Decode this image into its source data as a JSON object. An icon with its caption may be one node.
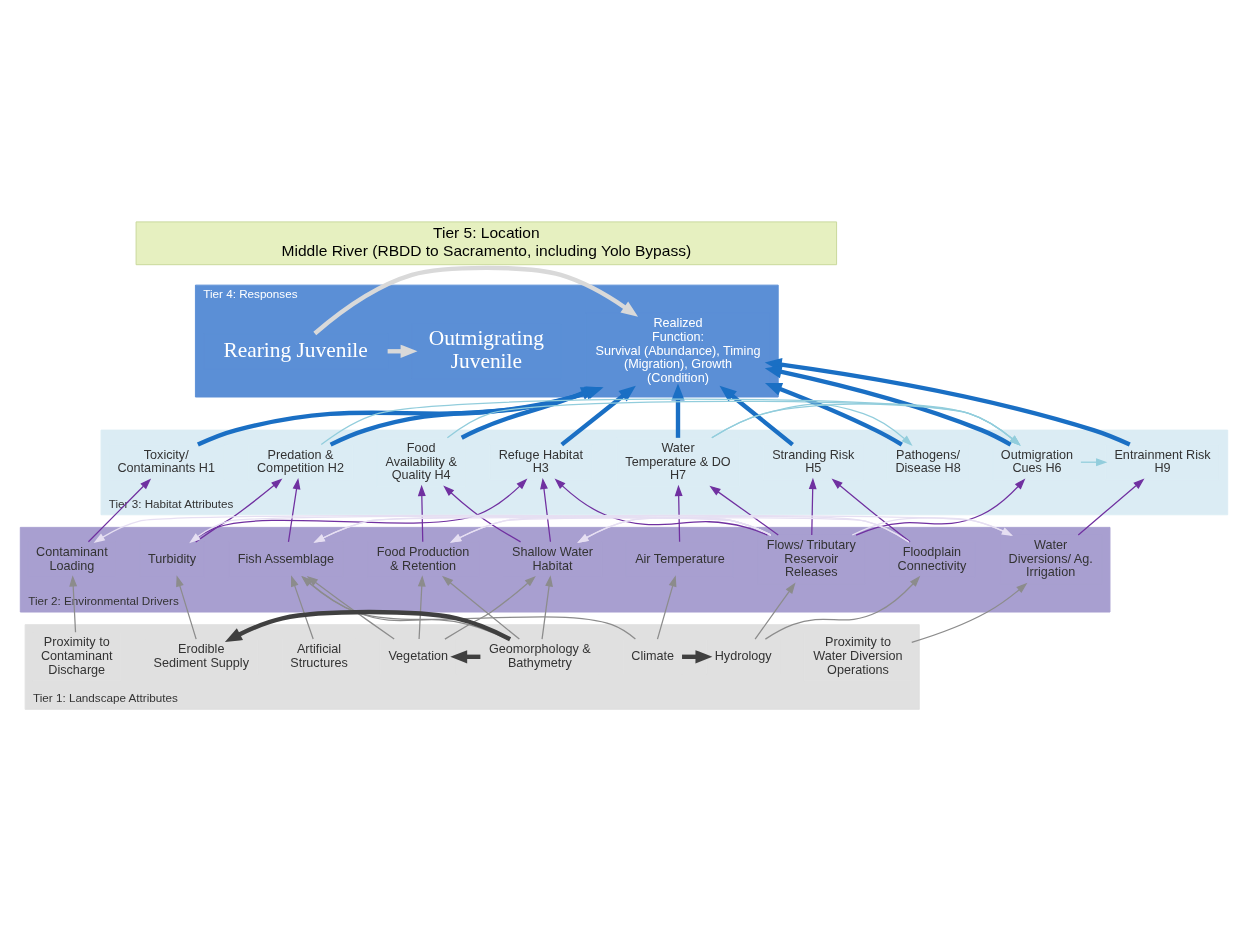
{
  "diagram": {
    "nodes": [
      {
        "text": [
          "Tier 5: Location",
          "Middle River (RBDD to Sacramento, including Yolo Bypass)"
        ]
      },
      {
        "text": [
          "Tier 4: Responses"
        ]
      },
      {
        "text": [
          "Rearing Juvenile"
        ],
        "in": 1
      },
      {
        "text": [
          "Outmigrating Juvenile"
        ],
        "in": 1
      },
      {
        "text": [
          "Realized Function:",
          "Survival (Abundance), Timing (Migration), Growth (Condition)"
        ],
        "in": 1
      },
      {
        "text": [
          "Tier 3: Habitat Attributes"
        ]
      },
      {
        "text": [
          "Toxicity/ Contaminants H1"
        ],
        "in": 5
      },
      {
        "text": [
          "Predation & Competition H2"
        ],
        "in": 5
      },
      {
        "text": [
          "Refuge Habitat H3"
        ],
        "in": 5
      },
      {
        "text": [
          "Food Availability & Quality H4"
        ],
        "in": 5
      },
      {
        "text": [
          "Stranding Risk H5"
        ],
        "in": 5
      },
      {
        "text": [
          "Water Temperature & DO H7"
        ],
        "in": 5
      },
      {
        "text": [
          "Pathogens/ Disease H8"
        ],
        "in": 5
      },
      {
        "text": [
          "Outmigration Cues H6"
        ],
        "in": 5
      },
      {
        "text": [
          "Entrainment Risk H9"
        ],
        "in": 5
      },
      {
        "text": [
          "Tier 2: Environmental Drivers"
        ]
      },
      {
        "text": [
          "Contaminant Loading"
        ],
        "in": 15
      },
      {
        "text": [
          "Fish Assemblage"
        ],
        "in": 15
      },
      {
        "text": [
          "Turbidity"
        ],
        "in": 15
      },
      {
        "text": [
          "Shallow Water Habitat"
        ],
        "in": 15
      },
      {
        "text": [
          "Food Production & Retention"
        ],
        "in": 15
      },
      {
        "text": [
          "Floodplain Connectivity"
        ],
        "in": 15
      },
      {
        "text": [
          "Flows/ Tributary Reservoir Releases"
        ],
        "in": 15
      },
      {
        "text": [
          "Air Temperature"
        ],
        "in": 15
      },
      {
        "text": [
          "Water Diversions/ Ag. Irrigation"
        ],
        "in": 15
      },
      {
        "text": [
          "Tier 1: Landscape Attributes"
        ]
      },
      {
        "text": [
          "Proximity to Contaminant Discharge"
        ],
        "in": 25
      },
      {
        "text": [
          "Artificial Structures"
        ],
        "in": 25
      },
      {
        "text": [
          "Erodible Sediment Supply"
        ],
        "in": 25
      },
      {
        "text": [
          "Vegetation"
        ],
        "in": 25
      },
      {
        "text": [
          "Geomorphology & Bathymetry"
        ],
        "in": 25
      },
      {
        "text": [
          "Hydrology"
        ],
        "in": 25
      },
      {
        "text": [
          "Proximity to Water Diversion Operations"
        ],
        "in": 25
      },
      {
        "text": [
          "Climate"
        ],
        "in": 25
      }
    ],
    "edges": [
      {
        "from": 2,
        "to": 3,
        "arrow": "to",
        "style": "thick",
        "color": "#d9d9d9"
      },
      {
        "from": 2,
        "to": 4,
        "arrow": "to",
        "style": "thick",
        "color": "#d9d9d9"
      },
      {
        "from": 6,
        "to": 4,
        "arrow": "to",
        "style": "thick",
        "color": "#1a6fc4"
      },
      {
        "from": 7,
        "to": 4,
        "arrow": "to",
        "style": "thick",
        "color": "#1a6fc4"
      },
      {
        "from": 8,
        "to": 4,
        "arrow": "to",
        "style": "thick",
        "color": "#1a6fc4"
      },
      {
        "from": 9,
        "to": 4,
        "arrow": "to",
        "style": "thick",
        "color": "#1a6fc4"
      },
      {
        "from": 10,
        "to": 4,
        "arrow": "to",
        "style": "thick",
        "color": "#1a6fc4"
      },
      {
        "from": 11,
        "to": 4,
        "arrow": "to",
        "style": "thick",
        "color": "#1a6fc4"
      },
      {
        "from": 12,
        "to": 4,
        "arrow": "to",
        "style": "thick",
        "color": "#1a6fc4"
      },
      {
        "from": 13,
        "to": 4,
        "arrow": "to",
        "style": "thick",
        "color": "#1a6fc4"
      },
      {
        "from": 14,
        "to": 4,
        "arrow": "to",
        "style": "thick",
        "color": "#1a6fc4"
      },
      {
        "from": 7,
        "to": 13,
        "arrow": "to",
        "color": "#92cddc"
      },
      {
        "from": 9,
        "to": 13,
        "arrow": "to",
        "color": "#92cddc"
      },
      {
        "from": 13,
        "to": 14,
        "arrow": "to",
        "color": "#92cddc"
      },
      {
        "from": 11,
        "to": 13,
        "arrow": "to",
        "color": "#92cddc"
      },
      {
        "from": 11,
        "to": 12,
        "arrow": "to",
        "color": "#92cddc"
      },
      {
        "from": 16,
        "to": 6,
        "arrow": "to"
      },
      {
        "from": 17,
        "to": 7,
        "arrow": "to"
      },
      {
        "from": 18,
        "to": 7,
        "arrow": "to"
      },
      {
        "from": 18,
        "to": 8,
        "arrow": "to"
      },
      {
        "from": 19,
        "to": 8,
        "arrow": "to"
      },
      {
        "from": 19,
        "to": 9,
        "arrow": "to"
      },
      {
        "from": 20,
        "to": 9,
        "arrow": "to"
      },
      {
        "from": 22,
        "to": 8,
        "arrow": "to"
      },
      {
        "from": 21,
        "to": 10,
        "arrow": "to"
      },
      {
        "from": 22,
        "to": 10,
        "arrow": "to"
      },
      {
        "from": 22,
        "to": 13,
        "arrow": "to"
      },
      {
        "from": 22,
        "to": 11,
        "arrow": "to"
      },
      {
        "from": 23,
        "to": 11,
        "arrow": "to"
      },
      {
        "from": 24,
        "to": 14,
        "arrow": "to"
      },
      {
        "from": 22,
        "to": 16,
        "arrow": "to",
        "color": "#e6dff2"
      },
      {
        "from": 22,
        "to": 17,
        "arrow": "to",
        "color": "#e6dff2"
      },
      {
        "from": 22,
        "to": 18,
        "arrow": "to",
        "color": "#e6dff2"
      },
      {
        "from": 22,
        "to": 19,
        "arrow": "to",
        "color": "#e6dff2"
      },
      {
        "from": 22,
        "to": 20,
        "arrow": "to",
        "color": "#e6dff2"
      },
      {
        "from": 22,
        "to": 24,
        "arrow": "to",
        "color": "#e6dff2"
      },
      {
        "from": 24,
        "to": 17,
        "arrow": "to",
        "color": "#e6dff2"
      },
      {
        "from": 21,
        "to": 19,
        "arrow": "to",
        "color": "#e6dff2"
      },
      {
        "from": 21,
        "to": 20,
        "arrow": "to",
        "color": "#e6dff2"
      },
      {
        "from": 26,
        "to": 16,
        "arrow": "to",
        "color": "#8c8c8c"
      },
      {
        "from": 27,
        "to": 17,
        "arrow": "to",
        "color": "#8c8c8c"
      },
      {
        "from": 33,
        "to": 17,
        "arrow": "to",
        "color": "#8c8c8c"
      },
      {
        "from": 29,
        "to": 17,
        "arrow": "to",
        "color": "#8c8c8c"
      },
      {
        "from": 30,
        "to": 17,
        "arrow": "to",
        "color": "#8c8c8c"
      },
      {
        "from": 28,
        "to": 18,
        "arrow": "to",
        "color": "#8c8c8c"
      },
      {
        "from": 29,
        "to": 19,
        "arrow": "to",
        "color": "#8c8c8c"
      },
      {
        "from": 29,
        "to": 20,
        "arrow": "to",
        "color": "#8c8c8c"
      },
      {
        "from": 30,
        "to": 19,
        "arrow": "to",
        "color": "#8c8c8c"
      },
      {
        "from": 30,
        "to": 20,
        "arrow": "to",
        "color": "#8c8c8c"
      },
      {
        "from": 31,
        "to": 21,
        "arrow": "to",
        "color": "#8c8c8c"
      },
      {
        "from": 31,
        "to": 22,
        "arrow": "to",
        "color": "#8c8c8c"
      },
      {
        "from": 33,
        "to": 23,
        "arrow": "to",
        "color": "#8c8c8c"
      },
      {
        "from": 32,
        "to": 24,
        "arrow": "to",
        "color": "#8c8c8c"
      },
      {
        "from": 30,
        "to": 29,
        "arrow": "to",
        "style": "thick",
        "color": "#404040"
      },
      {
        "from": 30,
        "to": 28,
        "arrow": "to",
        "style": "thick",
        "color": "#404040"
      },
      {
        "from": 33,
        "to": 31,
        "arrow": "to",
        "style": "thick",
        "color": "#404040"
      }
    ]
  }
}
